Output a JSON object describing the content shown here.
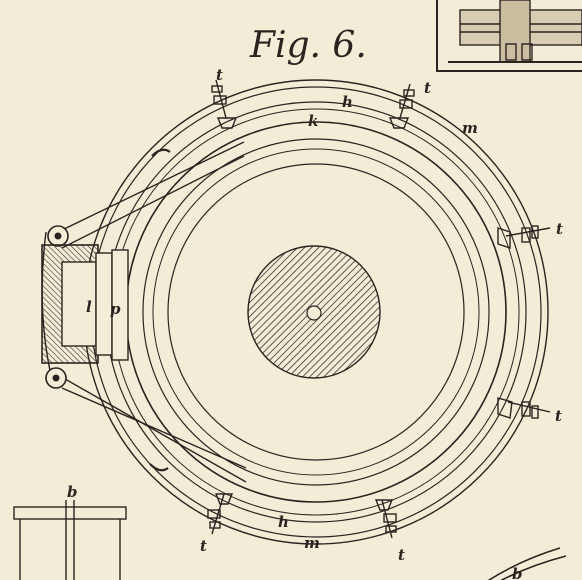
{
  "figure": {
    "title": "Fig. 6.",
    "labels": {
      "h_top": "h",
      "h_bottom": "h",
      "k": "k",
      "m_top": "m",
      "m_bottom": "m",
      "l": "l",
      "p": "p",
      "b_top": "b",
      "b_bottom": "b",
      "t": "t"
    }
  },
  "colors": {
    "paper": "#f3ecd7",
    "ink": "#2a2420",
    "hatch": "#3a322c"
  }
}
